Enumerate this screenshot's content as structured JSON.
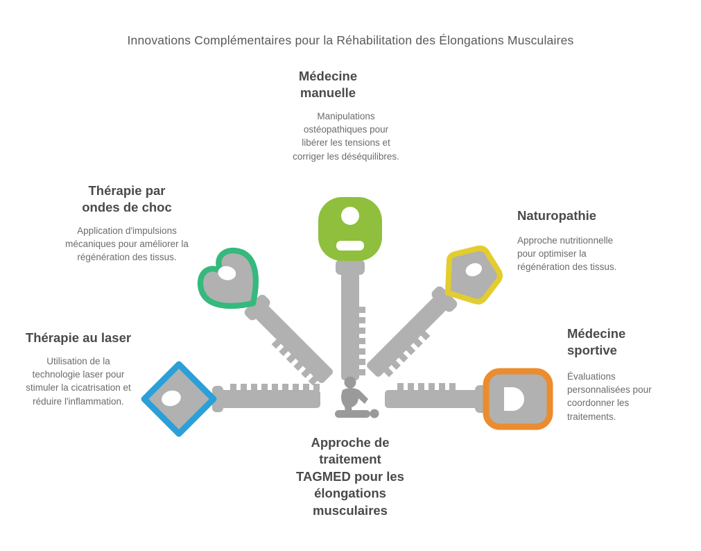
{
  "title": "Innovations Complémentaires pour la Réhabilitation des Élongations Musculaires",
  "items": [
    {
      "id": "medecine-manuelle",
      "position": "top",
      "label": "Médecine manuelle",
      "description": "Manipulations ostéopathiques pour libérer les tensions et corriger les déséquilibres.",
      "color": "#8fbf3d",
      "icon": "key-icon"
    },
    {
      "id": "therapie-par-ondes-de-choc",
      "position": "upper-left",
      "label": "Thérapie par ondes de choc",
      "description": "Application d'impulsions mécaniques pour améliorer la régénération des tissus.",
      "color": "#35b97d",
      "icon": "key-icon"
    },
    {
      "id": "naturopathie",
      "position": "upper-right",
      "label": "Naturopathie",
      "description": "Approche nutritionnelle pour optimiser la régénération des tissus.",
      "color": "#e3cd2e",
      "icon": "key-icon"
    },
    {
      "id": "therapie-au-laser",
      "position": "left",
      "label": "Thérapie au laser",
      "description": "Utilisation de la technologie laser pour stimuler la cicatrisation et réduire l'inflammation.",
      "color": "#2ba0d8",
      "icon": "key-icon"
    },
    {
      "id": "medecine-sportive",
      "position": "right",
      "label": "Médecine sportive",
      "description": "Évaluations personnalisées pour coordonner les traitements.",
      "color": "#eb8c2e",
      "icon": "key-icon"
    }
  ],
  "center": {
    "label": "Approche de traitement TAGMED pour les élongations musculaires",
    "icon": "massage-therapist-icon"
  },
  "colors": {
    "background": "#ffffff",
    "key_body": "#b1b1b1",
    "heading_text": "#4a4a4a",
    "body_text": "#6b6b6b",
    "title_text": "#58595b"
  }
}
